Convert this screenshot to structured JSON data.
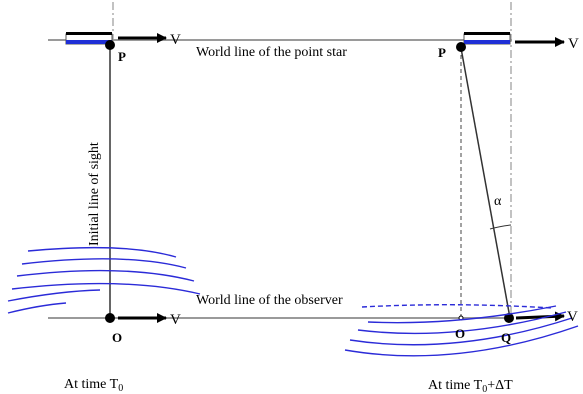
{
  "labels": {
    "velocity": "V",
    "star_point_left": "P",
    "star_point_right": "P",
    "world_line_star": "World line  of the point star",
    "world_line_observer": "World line  of the observer",
    "initial_line_of_sight": "Initial line of sight",
    "observer_left": "O",
    "observer_right": "O",
    "observer_moved": "Q",
    "angle": "α",
    "time_left_prefix": "At time T",
    "time_left_sub": "0",
    "time_right_prefix": "At time T",
    "time_right_sub": "0",
    "time_right_suffix": "+ΔT"
  },
  "colors": {
    "line": "#000000",
    "guide": "#9a9a9a",
    "star_bar": "#1f2fd6",
    "wave": "#2b2bd8"
  }
}
